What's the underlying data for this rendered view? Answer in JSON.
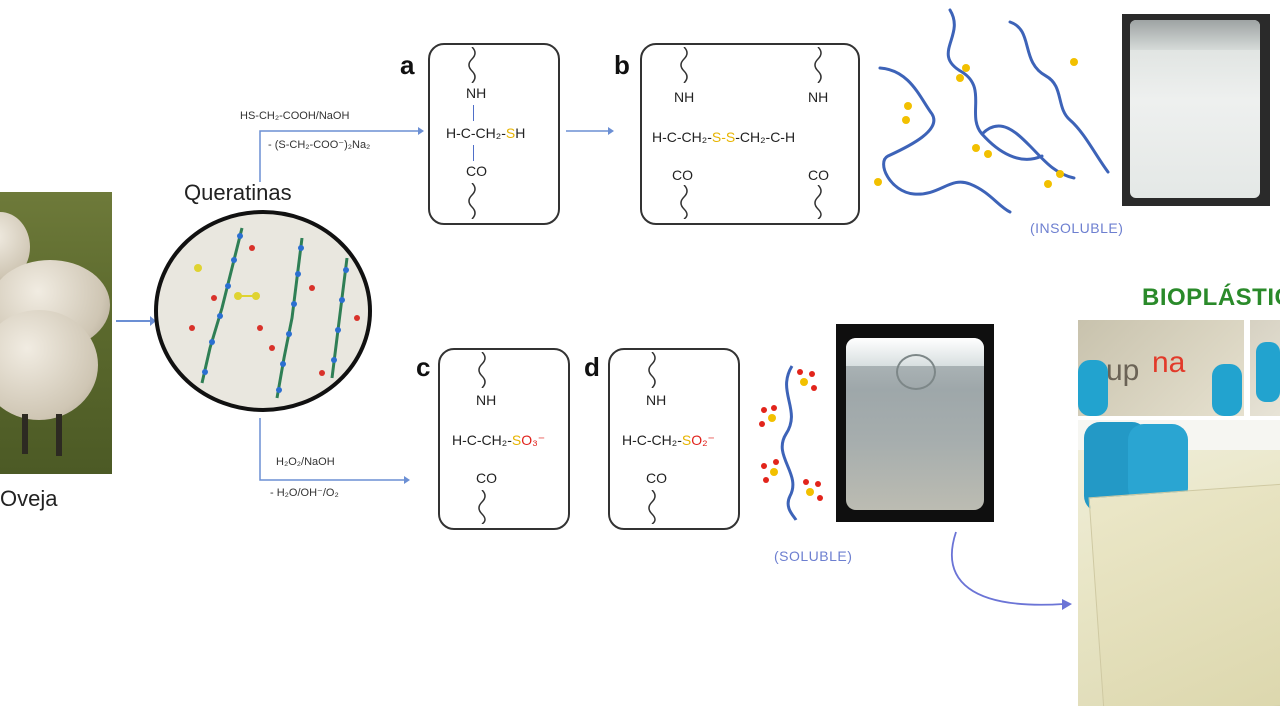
{
  "source": {
    "label": "Oveja",
    "protein_label": "Queratinas"
  },
  "route_top": {
    "reagent_1": "HS-CH₂-COOH/NaOH",
    "reagent_2": "- (S-CH₂-COO⁻)₂Na₂",
    "panel_a": {
      "letter": "a",
      "nh": "NH",
      "main_prefix": "H-C-CH₂-",
      "main_s": "S",
      "main_suffix": "H",
      "co": "CO"
    },
    "panel_b": {
      "letter": "b",
      "nh_left": "NH",
      "nh_right": "NH",
      "main_prefix": "H-C-CH₂-",
      "main_ss": "S-S",
      "main_suffix": "-CH₂-C-H",
      "co_left": "CO",
      "co_right": "CO"
    },
    "state": "(INSOLUBLE)"
  },
  "route_bottom": {
    "reagent_1": "H₂O₂/NaOH",
    "reagent_2": "- H₂O/OH⁻/O₂",
    "panel_c": {
      "letter": "c",
      "nh": "NH",
      "main_prefix": "H-C-CH₂-",
      "main_s": "S",
      "main_o": "O₃⁻",
      "co": "CO"
    },
    "panel_d": {
      "letter": "d",
      "nh": "NH",
      "main_prefix": "H-C-CH₂-",
      "main_s": "S",
      "main_o": "O₂⁻",
      "co": "CO"
    },
    "state": "(SOLUBLE)"
  },
  "product": {
    "title": "BIOPLÁSTIC",
    "logo_up": "up",
    "logo_na": "na"
  },
  "colors": {
    "chain": "#3d63b8",
    "sulfur": "#f2c000",
    "oxygen": "#e2241b",
    "arrow": "#6b8fd4",
    "state_text": "#6d7fd0",
    "title_green": "#2a8a2a"
  }
}
